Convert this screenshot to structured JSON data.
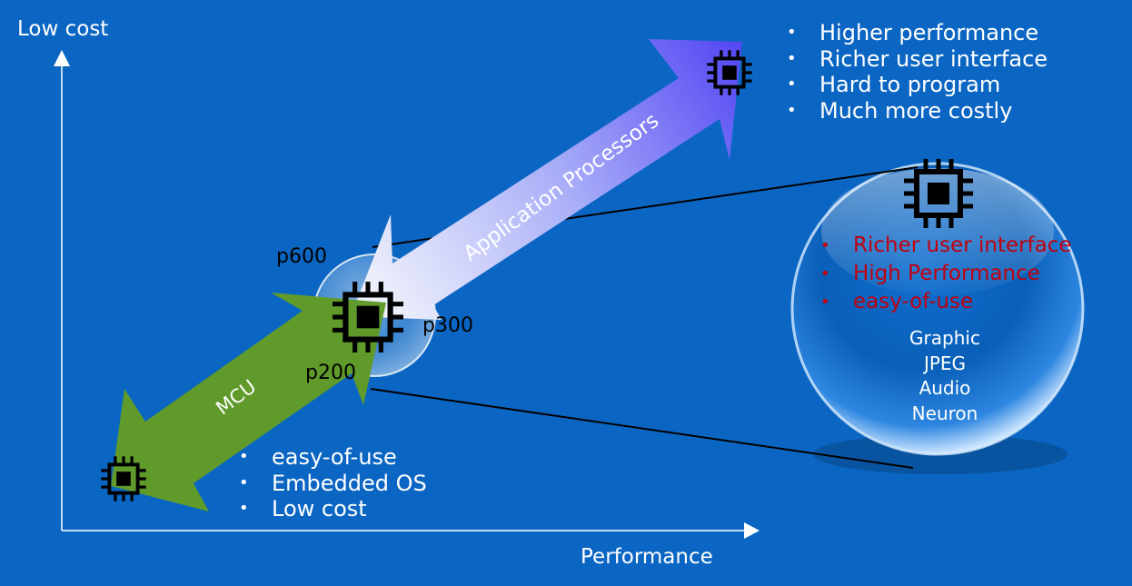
{
  "axes": {
    "y_label": "Low cost",
    "x_label": "Performance"
  },
  "top_bullets": [
    "Higher performance",
    "Richer user interface",
    "Hard to program",
    "Much more costly"
  ],
  "bottom_bullets": [
    "easy-of-use",
    "Embedded OS",
    "Low cost"
  ],
  "sphere_bullets": [
    "Richer user interface",
    "High Performance",
    "easy-of-use"
  ],
  "sphere_features": [
    "Graphic",
    "JPEG",
    "Audio",
    "Neuron"
  ],
  "arrows": {
    "mcu": "MCU",
    "ap": "Application Processors"
  },
  "points": {
    "p600": "p600",
    "p300": "p300",
    "p200": "p200"
  },
  "icons": [
    "cpu-chip-icon"
  ],
  "colors": {
    "background": "#0b66c3",
    "mcu_arrow": "#5f9a2a",
    "ap_arrow_start": "#e8ecfb",
    "ap_arrow_end": "#5a55f5",
    "highlight_text": "#c0000e"
  }
}
